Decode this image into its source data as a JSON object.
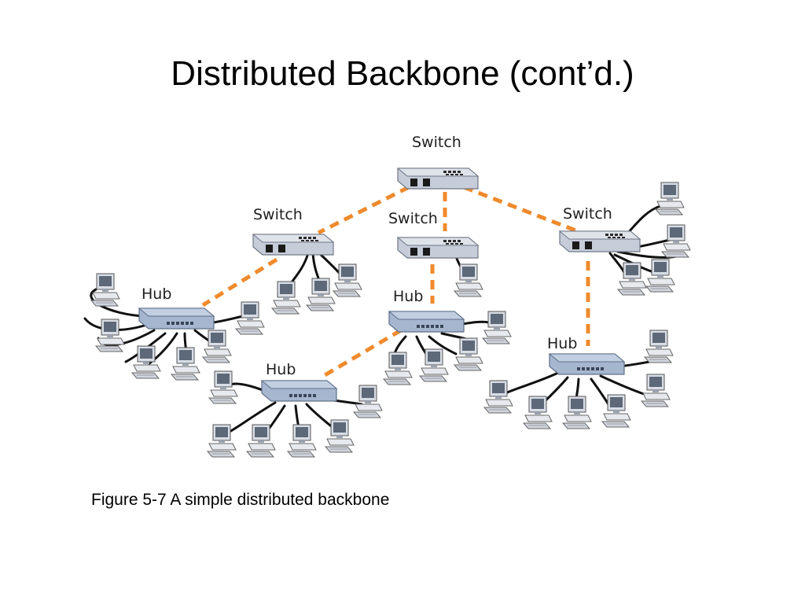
{
  "slide": {
    "title": "Distributed Backbone (cont’d.)",
    "caption": "Figure 5-7 A simple distributed backbone"
  },
  "diagram": {
    "colors": {
      "backbone_link": "#f08a2c",
      "device_body": "#c6ccd8",
      "hub_body": "#a6b6cf",
      "cable": "#111111"
    },
    "devices": [
      {
        "id": "sw-top",
        "kind": "switch",
        "label": "Switch"
      },
      {
        "id": "sw-left",
        "kind": "switch",
        "label": "Switch"
      },
      {
        "id": "sw-mid",
        "kind": "switch",
        "label": "Switch"
      },
      {
        "id": "sw-right",
        "kind": "switch",
        "label": "Switch"
      },
      {
        "id": "hub-far-left",
        "kind": "hub",
        "label": "Hub"
      },
      {
        "id": "hub-mid",
        "kind": "hub",
        "label": "Hub"
      },
      {
        "id": "hub-bottom-left",
        "kind": "hub",
        "label": "Hub"
      },
      {
        "id": "hub-right",
        "kind": "hub",
        "label": "Hub"
      }
    ],
    "links": [
      {
        "from": "sw-top",
        "to": "sw-left"
      },
      {
        "from": "sw-top",
        "to": "sw-mid"
      },
      {
        "from": "sw-top",
        "to": "sw-right"
      },
      {
        "from": "sw-left",
        "to": "hub-far-left"
      },
      {
        "from": "sw-mid",
        "to": "hub-mid"
      },
      {
        "from": "hub-mid",
        "to": "hub-bottom-left"
      },
      {
        "from": "sw-right",
        "to": "hub-right"
      }
    ]
  }
}
